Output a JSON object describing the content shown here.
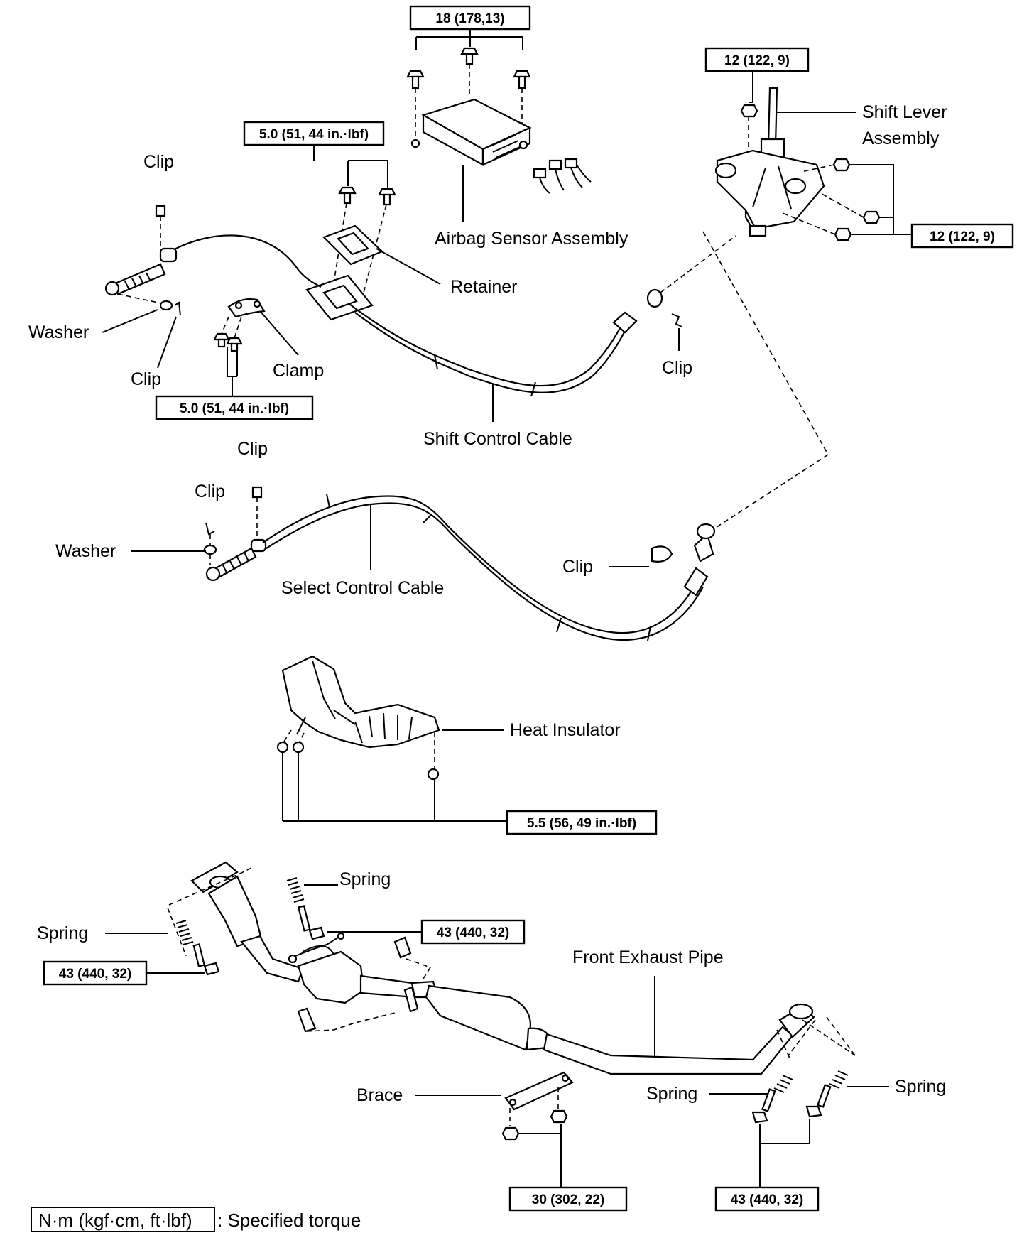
{
  "colors": {
    "ink": "#000000",
    "background": "#ffffff"
  },
  "torques": {
    "airbag_bolts": "18 (178,13)",
    "shift_lever_top": "12 (122, 9)",
    "shift_lever_nuts": "12 (122, 9)",
    "retainer_bolts": "5.0 (51, 44 in.·lbf)",
    "clamp_bolts": "5.0 (51, 44 in.·lbf)",
    "heat_insulator": "5.5 (56, 49 in.·lbf)",
    "exhaust_front_bolt": "43 (440, 32)",
    "exhaust_left_bolt": "43 (440, 32)",
    "exhaust_rear_bolts": "43 (440, 32)",
    "brace_nuts": "30 (302, 22)"
  },
  "labels": {
    "shift_lever_line1": "Shift Lever",
    "shift_lever_line2": "Assembly",
    "airbag_sensor": "Airbag Sensor Assembly",
    "retainer": "Retainer",
    "clip_top_left": "Clip",
    "washer_upper": "Washer",
    "clip_upper_lower": "Clip",
    "clamp": "Clamp",
    "shift_control_cable": "Shift Control Cable",
    "clip_right_upper": "Clip",
    "clip_mid_top": "Clip",
    "clip_mid_left": "Clip",
    "washer_lower": "Washer",
    "select_control_cable": "Select Control Cable",
    "clip_right_lower": "Clip",
    "heat_insulator": "Heat Insulator",
    "spring_top": "Spring",
    "spring_left": "Spring",
    "front_exhaust_pipe": "Front Exhaust Pipe",
    "brace": "Brace",
    "spring_rear_left": "Spring",
    "spring_rear_right": "Spring"
  },
  "legend": {
    "unit_box": "N·m (kgf·cm, ft·lbf)",
    "description": ": Specified torque"
  }
}
